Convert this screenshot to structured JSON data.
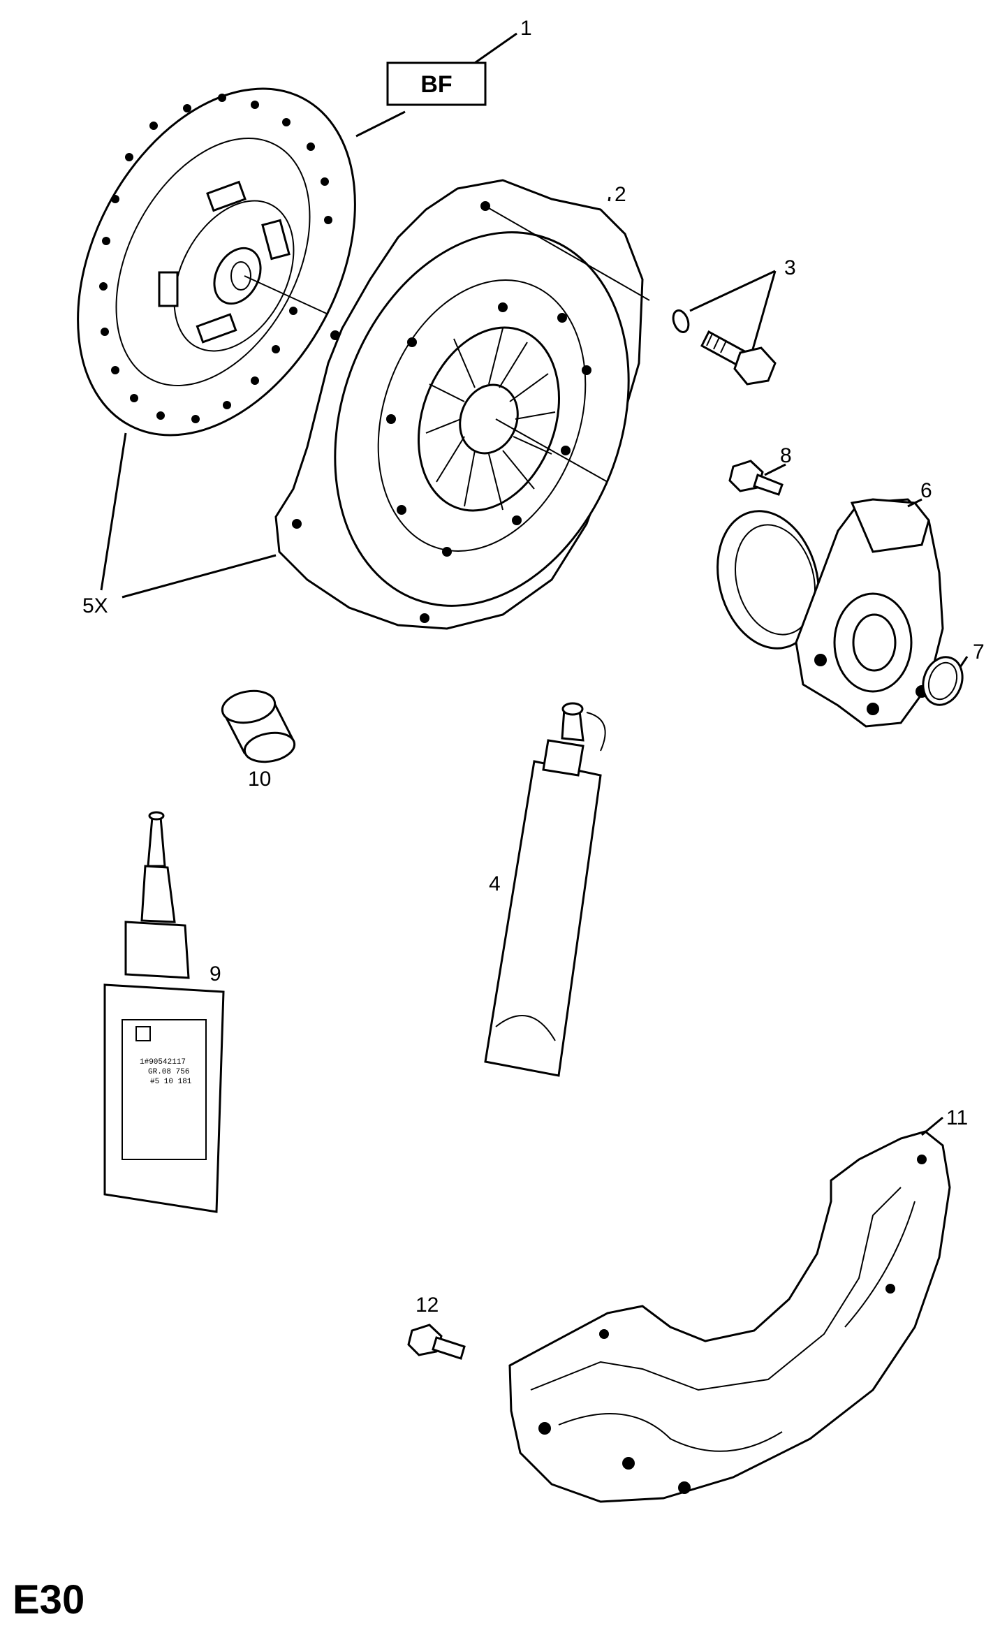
{
  "diagram": {
    "box_label": "BF",
    "page_code": "E30",
    "callouts": {
      "c1": "1",
      "c2": "2",
      "c3": "3",
      "c4": "4",
      "c5x": "5X",
      "c6": "6",
      "c7": "7",
      "c8": "8",
      "c9": "9",
      "c10": "10",
      "c11": "11",
      "c12": "12"
    },
    "bottle_label": [
      "1#90542117",
      "GR.08 756",
      "#5 10 181"
    ]
  }
}
